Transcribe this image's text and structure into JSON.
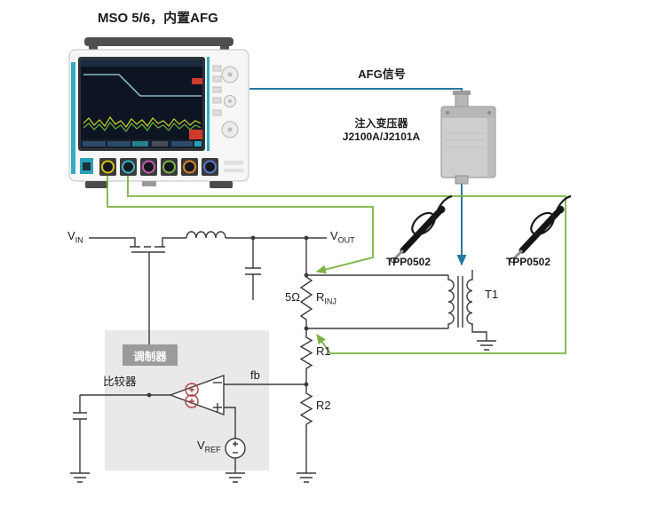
{
  "title": "MSO 5/6，内置AFG",
  "connections": {
    "afg_signal_label": "AFG信号",
    "injection_transformer_line1": "注入变压器",
    "injection_transformer_line2": "J2100A/J2101A",
    "probe1_label": "TPP0502",
    "probe2_label": "TPP0502"
  },
  "schematic": {
    "vin": {
      "main": "V",
      "sub": "IN"
    },
    "vout": {
      "main": "V",
      "sub": "OUT"
    },
    "rinj_value": "5Ω",
    "rinj": {
      "main": "R",
      "sub": "INJ"
    },
    "t1": "T1",
    "r1": "R1",
    "r2": "R2",
    "fb": "fb",
    "modulator": "调制器",
    "comparator": "比较器",
    "vref": {
      "main": "V",
      "sub": "REF"
    }
  },
  "colors": {
    "afg_wire": "#2279a0",
    "probe_wire": "#7cb342",
    "scope_accent": "#35aac2",
    "circuit": "#3a3a3a"
  }
}
